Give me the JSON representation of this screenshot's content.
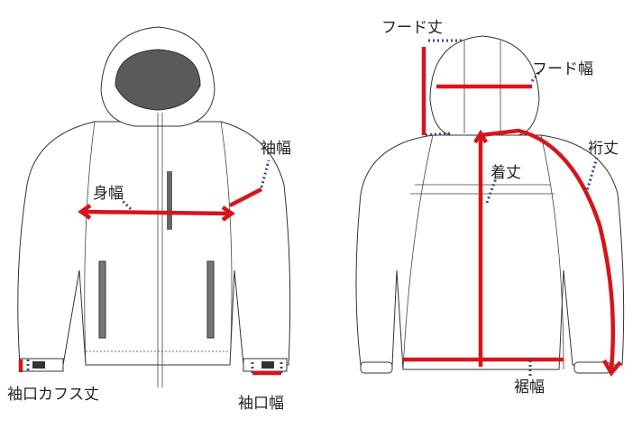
{
  "labels": {
    "hood_length": "フード丈",
    "hood_width": "フード幅",
    "sleeve_width": "袖幅",
    "body_width": "身幅",
    "sleeve_length": "裄丈",
    "body_length": "着丈",
    "cuff_length": "袖口カフス丈",
    "cuff_width": "袖口幅",
    "hem_width": "裾幅"
  },
  "colors": {
    "measure_line": "#d7141c",
    "guide_dots": "#2e4c7c"
  }
}
